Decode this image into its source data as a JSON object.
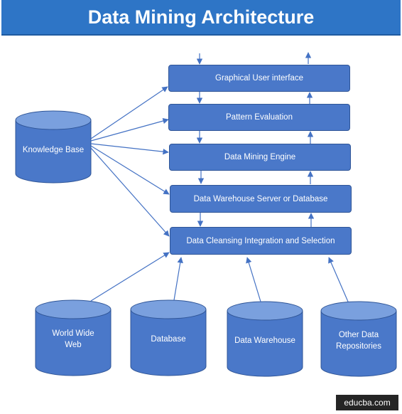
{
  "title": "Data Mining Architecture",
  "layers": [
    {
      "id": "gui",
      "label": "Graphical User interface"
    },
    {
      "id": "pattern",
      "label": "Pattern Evaluation"
    },
    {
      "id": "engine",
      "label": "Data Mining Engine"
    },
    {
      "id": "warehouse_server",
      "label": "Data Warehouse Server or Database"
    },
    {
      "id": "cleansing",
      "label": "Data Cleansing Integration and Selection"
    }
  ],
  "knowledge_base": {
    "label": "Knowledge Base"
  },
  "sources": [
    {
      "id": "www",
      "label": "World Wide\nWeb"
    },
    {
      "id": "database",
      "label": "Database"
    },
    {
      "id": "data_warehouse",
      "label": "Data Warehouse"
    },
    {
      "id": "other",
      "label": "Other Data\nRepositories"
    }
  ],
  "colors": {
    "title_bg": "#2e75c6",
    "box_fill": "#4a78c9",
    "box_border": "#2f5597",
    "arrow": "#4472c4",
    "badge_bg": "#252525"
  },
  "watermark": "educba.com"
}
